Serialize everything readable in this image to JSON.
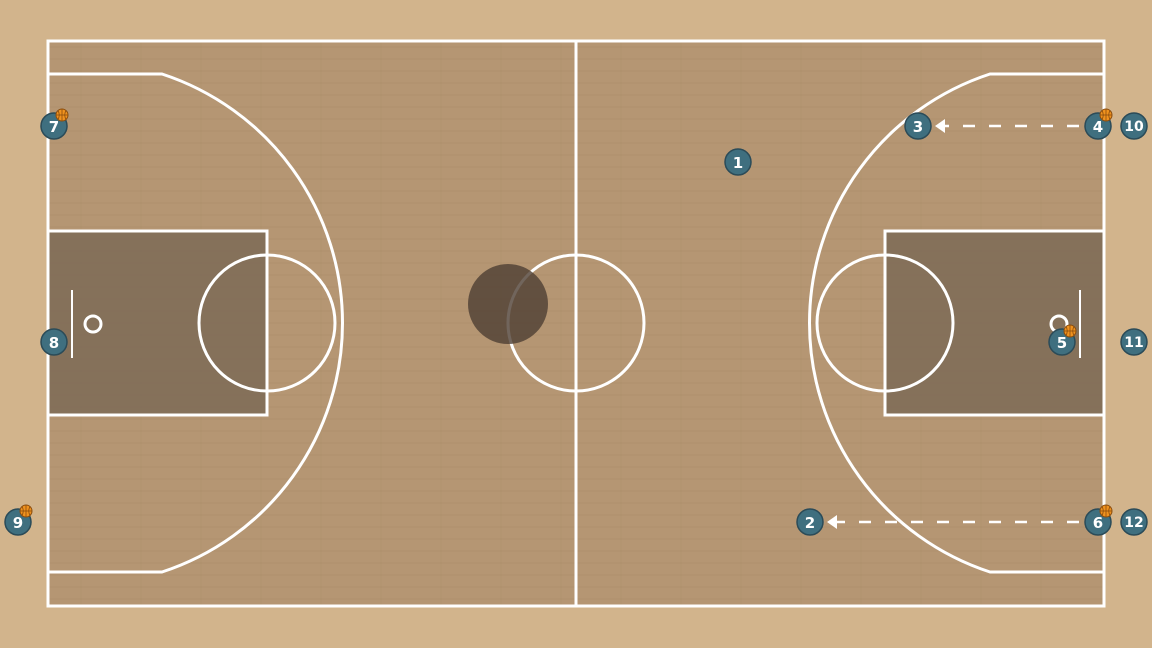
{
  "colors": {
    "floor_outer": "#d2b48c",
    "court": "#b59673",
    "paint": "#7f6d58",
    "lines": "#ffffff",
    "player_fill": "#3f6f7f",
    "player_stroke": "#2b4b58",
    "ball": "#f0921e",
    "center_logo": "#4d3f33"
  },
  "players": [
    {
      "id": "p1",
      "label": "1",
      "has_ball": false
    },
    {
      "id": "p2",
      "label": "2",
      "has_ball": false
    },
    {
      "id": "p3",
      "label": "3",
      "has_ball": false
    },
    {
      "id": "p4",
      "label": "4",
      "has_ball": true
    },
    {
      "id": "p5",
      "label": "5",
      "has_ball": true
    },
    {
      "id": "p6",
      "label": "6",
      "has_ball": true
    },
    {
      "id": "p7",
      "label": "7",
      "has_ball": true
    },
    {
      "id": "p8",
      "label": "8",
      "has_ball": false
    },
    {
      "id": "p9",
      "label": "9",
      "has_ball": true
    },
    {
      "id": "p10",
      "label": "10",
      "has_ball": false
    },
    {
      "id": "p11",
      "label": "11",
      "has_ball": false
    },
    {
      "id": "p12",
      "label": "12",
      "has_ball": false
    }
  ],
  "passes": [
    {
      "from": "p4",
      "to": "p3",
      "style": "dashed"
    },
    {
      "from": "p6",
      "to": "p2",
      "style": "dashed"
    }
  ]
}
